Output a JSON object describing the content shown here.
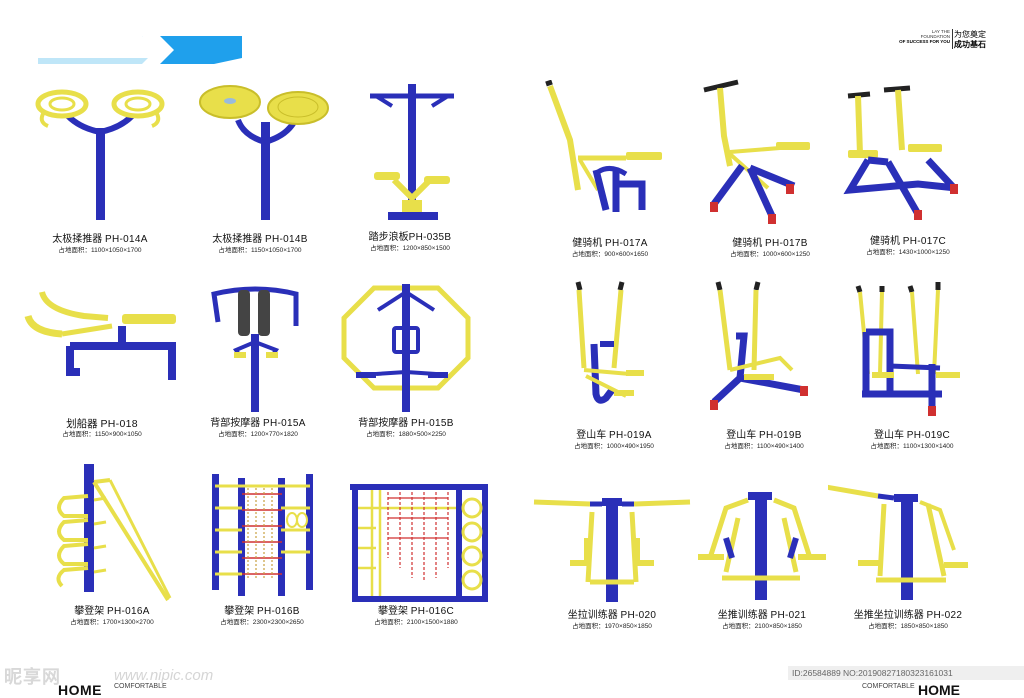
{
  "header": {
    "tagline_en": [
      "LAY THE",
      "FOUNDATION",
      "OF SUCCESS FOR YOU"
    ],
    "tagline_cn": [
      "为您奠定",
      "成功基石"
    ],
    "banner_color": "#1fa0ec"
  },
  "products": [
    {
      "name": "太极揉推器",
      "code": "PH-014A",
      "size": "占地面积：1100×1050×1700",
      "icon": "tai-chi-wheel-icon"
    },
    {
      "name": "太极揉推器",
      "code": "PH-014B",
      "size": "占地面积：1150×1050×1700",
      "icon": "tai-chi-disc-icon"
    },
    {
      "name": "踏步浪板",
      "code": "PH-035B",
      "size": "占地面积：1200×850×1500",
      "icon": "stepper-board-icon"
    },
    {
      "name": "健骑机",
      "code": "PH-017A",
      "size": "占地面积：900×600×1650",
      "icon": "rider-machine-icon"
    },
    {
      "name": "健骑机",
      "code": "PH-017B",
      "size": "占地面积：1000×600×1250",
      "icon": "rider-machine-icon"
    },
    {
      "name": "健骑机",
      "code": "PH-017C",
      "size": "占地面积：1430×1000×1250",
      "icon": "double-rider-icon"
    },
    {
      "name": "划船器",
      "code": "PH-018",
      "size": "占地面积：1150×900×1050",
      "icon": "rowing-machine-icon"
    },
    {
      "name": "背部按摩器",
      "code": "PH-015A",
      "size": "占地面积：1200×770×1820",
      "icon": "back-massager-icon"
    },
    {
      "name": "背部按摩器",
      "code": "PH-015B",
      "size": "占地面积：1880×500×2250",
      "icon": "octagon-massager-icon"
    },
    {
      "name": "登山车",
      "code": "PH-019A",
      "size": "占地面积：1000×490×1950",
      "icon": "climber-icon"
    },
    {
      "name": "登山车",
      "code": "PH-019B",
      "size": "占地面积：1100×490×1400",
      "icon": "climber-icon"
    },
    {
      "name": "登山车",
      "code": "PH-019C",
      "size": "占地面积：1100×1300×1400",
      "icon": "double-climber-icon"
    },
    {
      "name": "攀登架",
      "code": "PH-016A",
      "size": "占地面积：1700×1300×2700",
      "icon": "climbing-frame-icon"
    },
    {
      "name": "攀登架",
      "code": "PH-016B",
      "size": "占地面积：2300×2300×2650",
      "icon": "net-frame-icon"
    },
    {
      "name": "攀登架",
      "code": "PH-016C",
      "size": "占地面积：2100×1500×1880",
      "icon": "ring-frame-icon"
    },
    {
      "name": "坐拉训练器",
      "code": "PH-020",
      "size": "占地面积：1970×850×1850",
      "icon": "seated-pull-icon"
    },
    {
      "name": "坐推训练器",
      "code": "PH-021",
      "size": "占地面积：2100×850×1850",
      "icon": "seated-push-icon"
    },
    {
      "name": "坐推坐拉训练器",
      "code": "PH-022",
      "size": "占地面积：1850×850×1850",
      "icon": "push-pull-icon"
    }
  ],
  "footer": {
    "watermark": "昵享网",
    "watermark_url": "www.nipic.com",
    "home_left": "HOME",
    "comfortable_left": "COMFORTABLE",
    "id_text": "ID:26584889 NO:20190827180323161031",
    "home_right": "HOME",
    "comfortable_right": "COMFORTABLE"
  },
  "colors": {
    "blue": "#2a2fb8",
    "yellow": "#e8df4a",
    "red": "#d03030"
  }
}
